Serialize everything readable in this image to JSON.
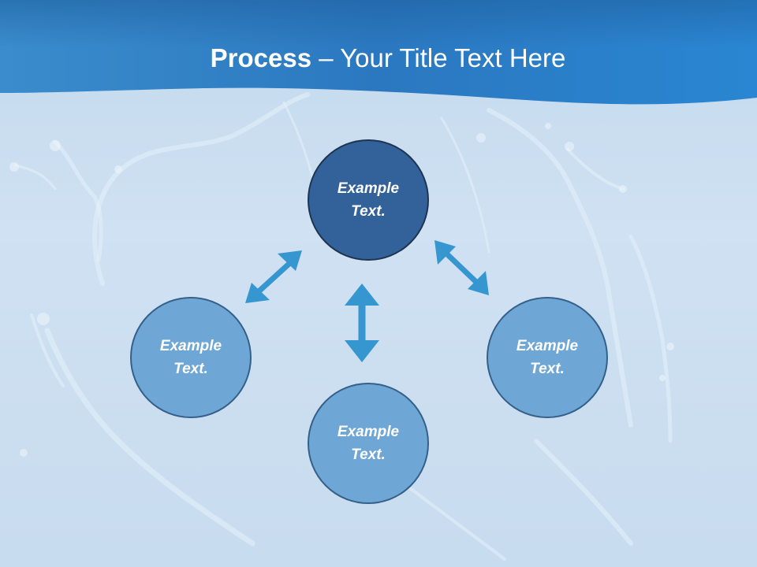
{
  "title": {
    "bold": "Process",
    "rest": " – Your Title Text Here"
  },
  "nodes": {
    "top": "Example\nText.",
    "left": "Example\nText.",
    "right": "Example\nText.",
    "bottom": "Example\nText."
  },
  "colors": {
    "header_band": "#2f7cc4",
    "primary_circle": "#33629a",
    "secondary_circle": "#6ea7d6",
    "arrow": "#3596d0"
  }
}
